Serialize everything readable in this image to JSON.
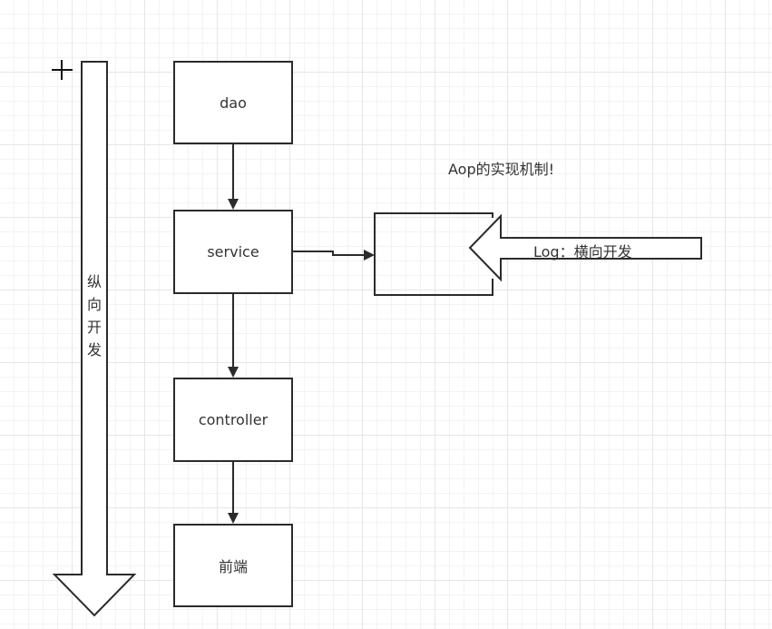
{
  "nodes": {
    "dao": "dao",
    "service": "service",
    "controller": "controller",
    "frontend": "前端",
    "aop": ""
  },
  "labels": {
    "vertical_dev": "纵向开发",
    "aop_title": "Aop的实现机制!",
    "log_horizontal": "Log：横向开发"
  },
  "colors": {
    "stroke": "#2b2b2b",
    "text": "#333333",
    "grid": "#e6e6e6"
  }
}
